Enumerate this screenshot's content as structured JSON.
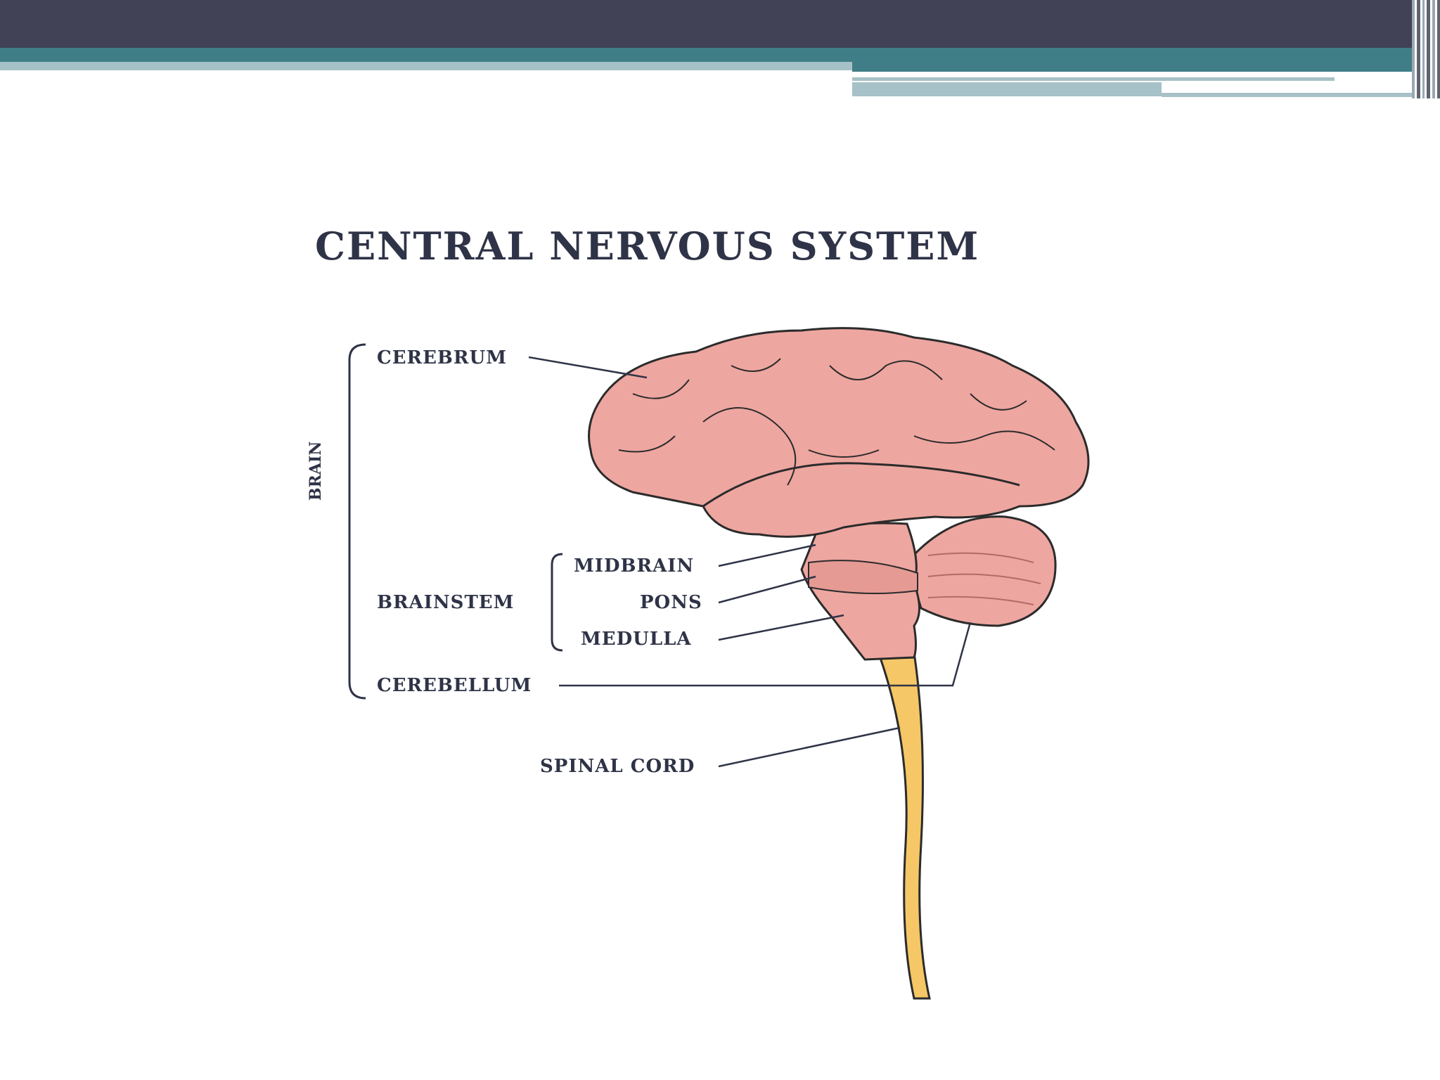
{
  "slide": {
    "title": "CENTRAL NERVOUS SYSTEM"
  },
  "labels": {
    "brain": "BRAIN",
    "cerebrum": "CEREBRUM",
    "brainstem": "BRAINSTEM",
    "midbrain": "MIDBRAIN",
    "pons": "PONS",
    "medulla": "MEDULLA",
    "cerebellum": "CEREBELLUM",
    "spinal_cord": "SPINAL CORD"
  },
  "colors": {
    "header_dark": "#414255",
    "header_teal": "#3f7e87",
    "header_light": "#a6c1c7",
    "brain_fill": "#eea6a0",
    "brain_outline": "#2b2b2b",
    "spinal_cord_fill": "#f5c766",
    "text": "#2f3347"
  }
}
